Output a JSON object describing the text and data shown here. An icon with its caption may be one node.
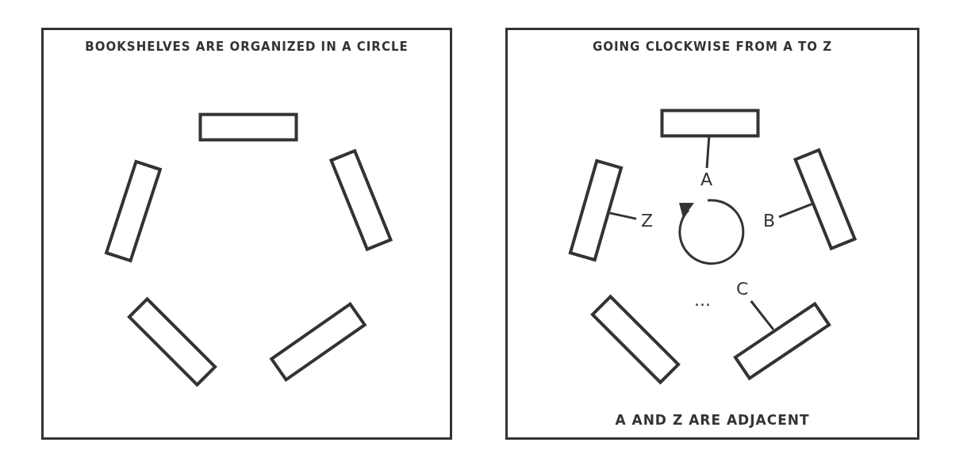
{
  "diagram": {
    "nodes": [
      {
        "text": [
          "BOOKSHELVES ARE ORGANIZED IN A CIRCLE"
        ]
      },
      {
        "text": [],
        "shape": "box",
        "in": 0
      },
      {
        "text": [],
        "shape": "box",
        "in": 0
      },
      {
        "text": [],
        "shape": "box",
        "in": 0
      },
      {
        "text": [],
        "shape": "box",
        "in": 0
      },
      {
        "text": [],
        "shape": "box",
        "in": 0
      },
      {
        "text": [
          "GOING CLOCKWISE FROM A TO Z",
          "A AND Z ARE ADJACENT"
        ]
      },
      {
        "text": [],
        "shape": "box",
        "in": 6
      },
      {
        "text": [],
        "shape": "box",
        "in": 6
      },
      {
        "text": [],
        "shape": "box",
        "in": 6
      },
      {
        "text": [],
        "shape": "box",
        "in": 6
      },
      {
        "text": [],
        "shape": "box",
        "in": 6
      },
      {
        "text": [
          "A"
        ],
        "in": 6
      },
      {
        "text": [
          "Z"
        ],
        "in": 6
      },
      {
        "text": [
          "B"
        ],
        "in": 6
      },
      {
        "text": [
          "C"
        ],
        "in": 6
      }
    ],
    "edges": [
      {
        "from": 12,
        "to": 7,
        "arrow": "none"
      },
      {
        "from": 13,
        "to": 8,
        "arrow": "none"
      },
      {
        "from": 14,
        "to": 9,
        "arrow": "none"
      },
      {
        "from": 15,
        "to": 11,
        "arrow": "none"
      }
    ],
    "labels": [
      "..."
    ]
  }
}
